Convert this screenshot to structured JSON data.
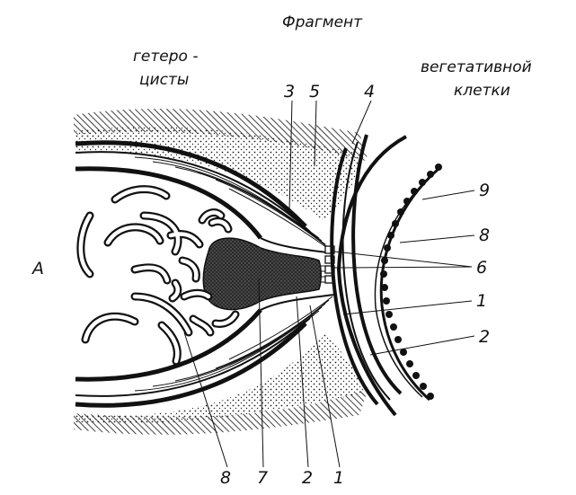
{
  "figure": {
    "panel_letter": "А",
    "labels": {
      "fragment": "Фрагмент",
      "heterocyst_line1": "гетеро -",
      "heterocyst_line2": "цисты",
      "vegetative_line1": "вегетативной",
      "vegetative_line2": "клетки"
    },
    "numbers": {
      "n3_top": "3",
      "n5_top": "5",
      "n4_top": "4",
      "n9_right": "9",
      "n8_right": "8",
      "n6_right": "6",
      "n1_right": "1",
      "n2_right": "2",
      "n8_bottom": "8",
      "n7_bottom": "7",
      "n2_bottom": "2",
      "n1_bottom": "1"
    }
  }
}
